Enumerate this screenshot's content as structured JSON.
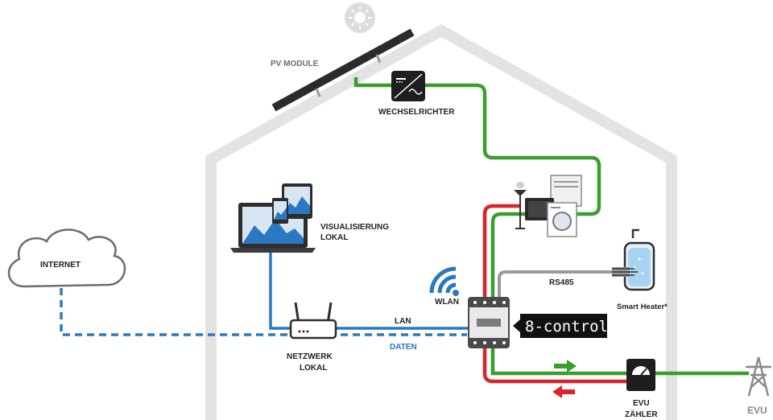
{
  "labels": {
    "pv_module": "PV MODULE",
    "inverter": "WECHSELRICHTER",
    "visualization_line1": "VISUALISIERUNG",
    "visualization_line2": "LOKAL",
    "internet": "INTERNET",
    "network_line1": "NETZWERK",
    "network_line2": "LOKAL",
    "lan": "LAN",
    "data": "DATEN",
    "wlan": "WLAN",
    "rs485": "RS485",
    "smart_heater": "Smart Heater*",
    "brand": "8-control",
    "meter_line1": "EVU",
    "meter_line2": "ZÄHLER",
    "grid": "EVU"
  },
  "colors": {
    "pv_line": "#3a9e2f",
    "grid_line": "#d9242b",
    "data_line": "#2a78c2",
    "rs485_line": "#9a9a9a",
    "house_outline": "#e0e0e0"
  }
}
